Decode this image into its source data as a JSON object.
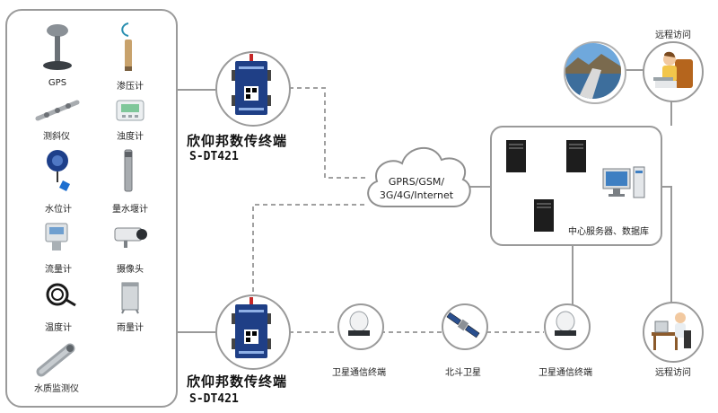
{
  "sensors": {
    "gps": "GPS",
    "piezometer": "渗压计",
    "inclinometer": "测斜仪",
    "turbidimeter": "浊度计",
    "water_level": "水位计",
    "weir_gauge": "量水堰计",
    "flow_meter": "流量计",
    "camera": "摄像头",
    "thermometer": "温度计",
    "rain_gauge": "雨量计",
    "water_quality": "水质监测仪"
  },
  "terminal_top": {
    "name_cn": "欣仰邦数传终端",
    "model": "S-DT421"
  },
  "terminal_bottom": {
    "name_cn": "欣仰邦数传终端",
    "model": "S-DT421"
  },
  "cloud": {
    "line1": "GPRS/GSM/",
    "line2": "3G/4G/Internet"
  },
  "server": {
    "label": "中心服务器、数据库"
  },
  "remote_top": {
    "label": "远程访问"
  },
  "remote_bottom": {
    "label": "远程访问"
  },
  "satellite_chain": {
    "terminal_left": "卫星通信终端",
    "satellite": "北斗卫星",
    "terminal_right": "卫星通信终端"
  },
  "colors": {
    "border": "#9a9a9a",
    "device_body": "#1f3f86",
    "dash": "#a0a0a0"
  }
}
